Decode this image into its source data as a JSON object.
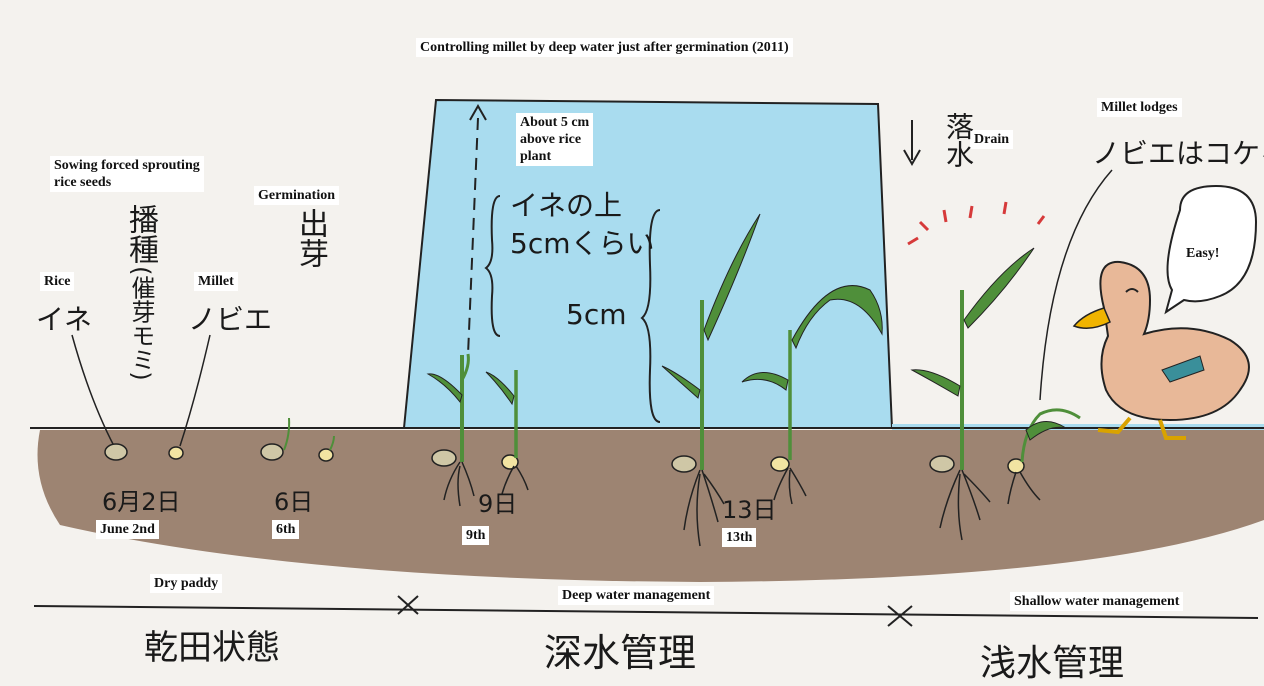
{
  "title": "Controlling millet by deep water just after germination   (2011)",
  "labels": {
    "sowing": "Sowing forced sprouting\nrice seeds",
    "germination": "Germination",
    "rice": "Rice",
    "millet": "Millet",
    "above_rice": "About 5 cm\nabove rice\nplant",
    "drain": "Drain",
    "millet_lodges": "Millet lodges",
    "easy": "Easy!",
    "june2": "June 2nd",
    "d6": "6th",
    "d9": "9th",
    "d13": "13th",
    "dry_paddy": "Dry paddy",
    "deep_water": "Deep water management",
    "shallow_water": "Shallow water management"
  },
  "japanese": {
    "hashu": "播種",
    "saiga": "(催芽モミ)",
    "shutsuga": "出芽",
    "ine": "イネ",
    "nobie": "ノビエ",
    "ine_no_ue": "イネの上",
    "five_cm_kurai": "5cmくらい",
    "five_cm": "5cm",
    "rakusui": "落水",
    "nobie_koke": "ノビエはコケる",
    "date1": "6月2日",
    "date2": "6日",
    "date3": "9日",
    "date4": "13日",
    "kanden": "乾田状態",
    "shinsui": "深水管理",
    "sensui": "浅水管理"
  },
  "colors": {
    "water": "#a9dcef",
    "soil": "#9d8472",
    "leaf": "#4f8f3a",
    "duck": "#e8b898",
    "beak": "#f0b400"
  }
}
